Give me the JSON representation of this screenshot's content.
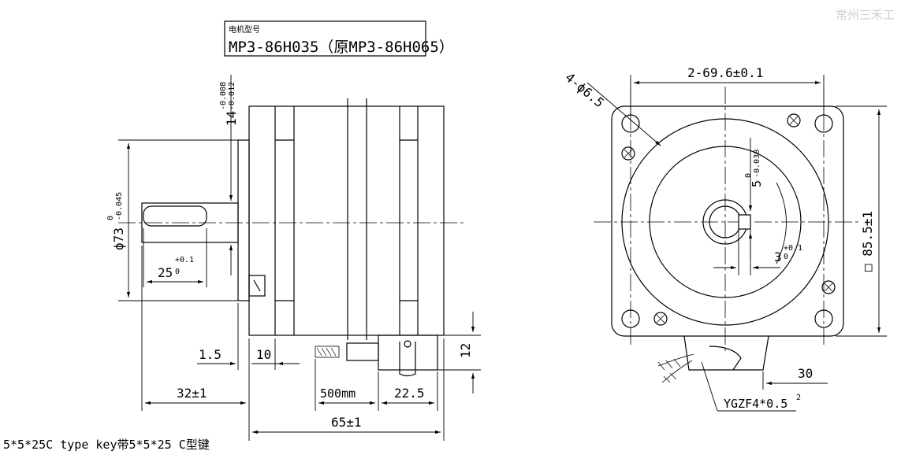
{
  "watermark": "常州三禾工",
  "model_box": {
    "label": "电机型号",
    "model": "MP3-86H035（原MP3-86H065）"
  },
  "side_view": {
    "shaft_tol": "14",
    "shaft_tol_upper": "-0.008",
    "shaft_tol_lower": "-0.012",
    "boss_dia": "ϕ73",
    "boss_tol_upper": "0",
    "boss_tol_lower": "-0.045",
    "key_len": "25",
    "key_tol_upper": "+0.1",
    "key_tol_lower": "0",
    "dim_1_5": "1.5",
    "dim_10": "10",
    "dim_32": "32±1",
    "dim_500": "500mm",
    "dim_22_5": "22.5",
    "dim_65": "65±1",
    "dim_12": "12"
  },
  "front_view": {
    "holes": "4-ϕ6.5",
    "hole_spacing": "2-69.6±0.1",
    "square": "□ 85.5±1",
    "key_depth": "5",
    "key_depth_upper": "0",
    "key_depth_lower": "-0.030",
    "key_width": "3",
    "key_width_upper": "+0.1",
    "key_width_lower": "0",
    "dim_30": "30",
    "cable": "YGZF4*0.5",
    "cable_sup": "2"
  },
  "footnote": "5*5*25C type key带5*5*25 C型键"
}
